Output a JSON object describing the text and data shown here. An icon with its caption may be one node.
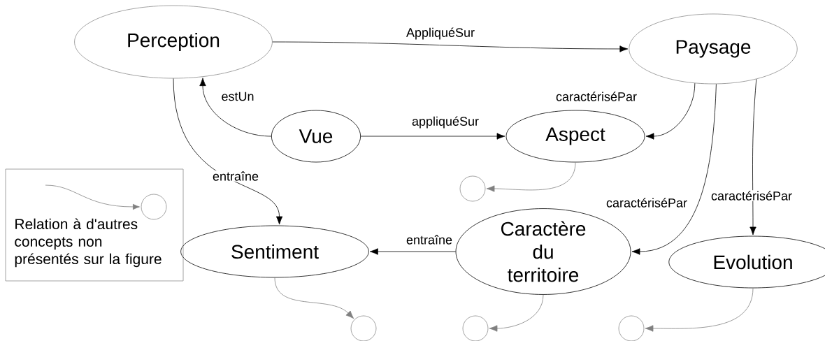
{
  "diagram": {
    "nodes": [
      {
        "text": [
          "Perception"
        ]
      },
      {
        "text": [
          "Paysage"
        ]
      },
      {
        "text": [
          "Vue"
        ]
      },
      {
        "text": [
          "Aspect"
        ]
      },
      {
        "text": [
          "Sentiment"
        ]
      },
      {
        "text": [
          "Caractère du territoire"
        ]
      },
      {
        "text": [
          "Evolution"
        ]
      },
      {
        "text": [],
        "shape": "circle"
      },
      {
        "text": [],
        "shape": "circle"
      },
      {
        "text": [],
        "shape": "circle"
      },
      {
        "text": [],
        "shape": "circle"
      }
    ],
    "edges": [
      {
        "from": 0,
        "to": 1,
        "arrow": "to",
        "label": "AppliquéSur"
      },
      {
        "from": 2,
        "to": 0,
        "arrow": "to",
        "label": "estUn"
      },
      {
        "from": 2,
        "to": 3,
        "arrow": "to",
        "label": "appliquéSur"
      },
      {
        "from": 1,
        "to": 3,
        "arrow": "to",
        "label": "caractériséPar"
      },
      {
        "from": 1,
        "to": 5,
        "arrow": "to",
        "label": "caractériséPar"
      },
      {
        "from": 1,
        "to": 6,
        "arrow": "to",
        "label": "caractériséPar"
      },
      {
        "from": 0,
        "to": 4,
        "arrow": "to",
        "label": "entraîne"
      },
      {
        "from": 5,
        "to": 4,
        "arrow": "to",
        "label": "entraîne"
      },
      {
        "from": 3,
        "to": 8,
        "arrow": "to",
        "color": "#808080"
      },
      {
        "from": 4,
        "to": 7,
        "arrow": "to",
        "color": "#808080"
      },
      {
        "from": 5,
        "to": 9,
        "arrow": "to",
        "color": "#808080"
      },
      {
        "from": 6,
        "to": 10,
        "arrow": "to",
        "color": "#808080"
      }
    ],
    "legend": [
      {
        "text": "Relation à d'autres concepts non présentés sur la figure"
      }
    ]
  }
}
